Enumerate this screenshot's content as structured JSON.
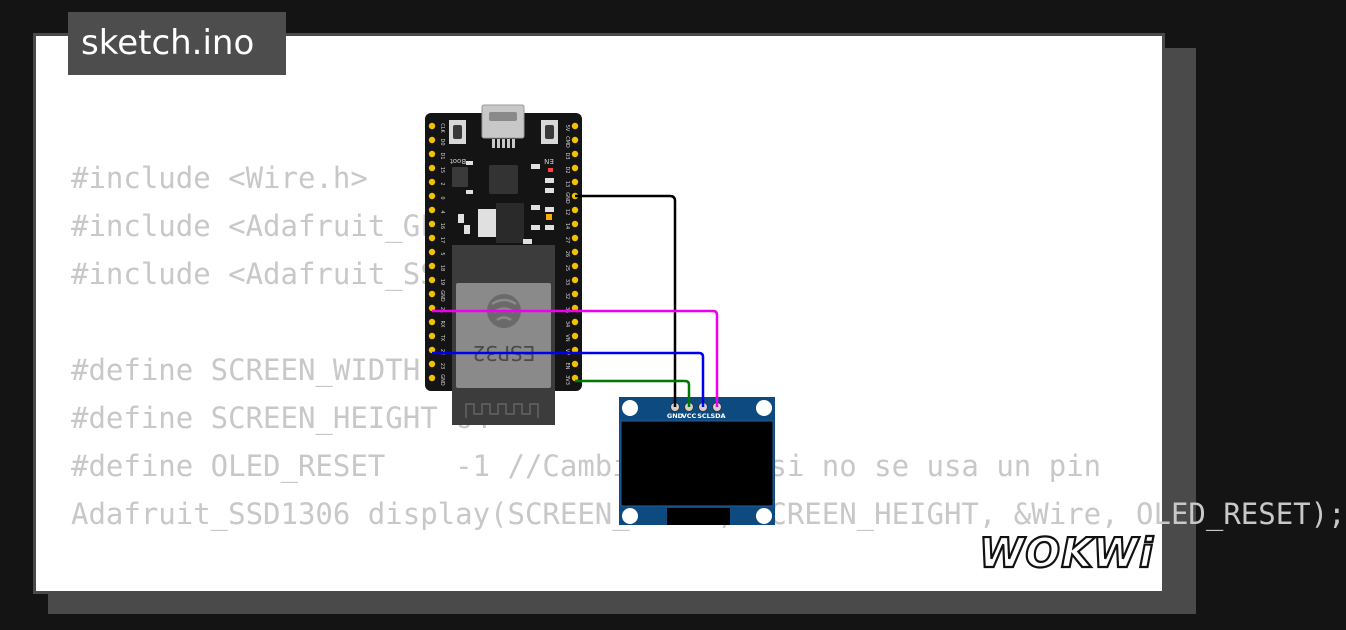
{
  "tab": {
    "title": "sketch.ino"
  },
  "code_lines": [
    "#include <Wire.h>",
    "#include <Adafruit_GFX.h>",
    "#include <Adafruit_SSD1306.h>",
    "",
    "#define SCREEN_WIDTH 128",
    "#define SCREEN_HEIGHT 64",
    "#define OLED_RESET    -1 //Cambiar a -1 si no se usa un pin",
    "Adafruit_SSD1306 display(SCREEN_WIDTH, SCREEN_HEIGHT, &Wire, OLED_RESET);"
  ],
  "esp32": {
    "chip_label": "ESP32",
    "button_labels": [
      "Boot",
      "EN"
    ],
    "pins_left": [
      "CLK",
      "D0",
      "D1",
      "15",
      "2",
      "0",
      "4",
      "16",
      "17",
      "5",
      "18",
      "19",
      "GND",
      "21",
      "RX",
      "TX",
      "22",
      "23",
      "GND"
    ],
    "pins_right": [
      "5V",
      "CMD",
      "D3",
      "D2",
      "13",
      "GND",
      "12",
      "14",
      "27",
      "26",
      "25",
      "33",
      "32",
      "35",
      "34",
      "VN",
      "VP",
      "EN",
      "3V3"
    ]
  },
  "oled": {
    "pin_labels": [
      "GND",
      "VCC",
      "SCL",
      "SDA"
    ]
  },
  "wires": [
    {
      "name": "gnd-wire",
      "color": "#000000"
    },
    {
      "name": "vcc-wire",
      "color": "#007700"
    },
    {
      "name": "scl-wire",
      "color": "#0000ee"
    },
    {
      "name": "sda-wire",
      "color": "#ee00ee"
    }
  ],
  "brand": {
    "logo_text": "WOKWi"
  }
}
